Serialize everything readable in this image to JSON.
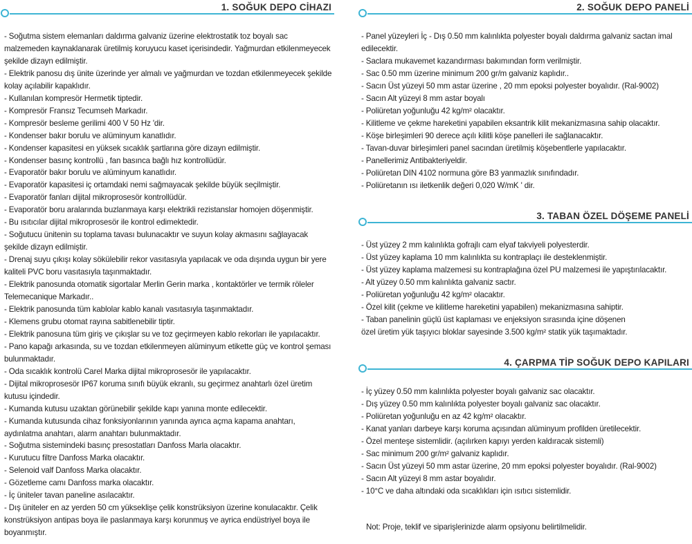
{
  "sections": {
    "s1": {
      "title": "1. SOĞUK DEPO CİHAZI",
      "items": [
        "- Soğutma sistem elemanları daldırma galvaniz üzerine elektrostatik toz boyalı sac malzemeden kaynaklanarak üretilmiş koruyucu kaset içerisindedir. Yağmurdan etkilenmeyecek şekilde dizayn edilmiştir.",
        "- Elektrik panosu dış ünite üzerinde yer almalı ve yağmurdan ve tozdan etkilenmeyecek şekilde kolay açılabilir kapaklıdır.",
        "- Kullanılan kompresör Hermetik tiptedir.",
        "- Kompresör Fransız Tecumseh Markadır.",
        "- Kompresör besleme gerilimi 400 V 50 Hz 'dir.",
        "- Kondenser bakır borulu ve alüminyum kanatlıdır.",
        "- Kondenser kapasitesi en yüksek sıcaklık şartlarına göre dizayn edilmiştir.",
        "- Kondenser basınç kontrollü , fan basınca bağlı hız kontrollüdür.",
        "- Evaporatör bakır borulu ve alüminyum kanatlıdır.",
        "- Evaporatör kapasitesi iç ortamdaki nemi sağmayacak şekilde büyük seçilmiştir.",
        "- Evaporatör fanları dijital mikroprosesör kontrollüdür.",
        "- Evaporatör boru aralarında buzlanmaya karşı elektrikli rezistanslar homojen döşenmiştir.",
        "- Bu ısıtıcılar dijital mikroprosesör ile kontrol edimektedir.",
        "- Soğutucu ünitenin su toplama tavası bulunacaktır ve suyun kolay akmasını sağlayacak şekilde dizayn edilmiştir.",
        "- Drenaj suyu çıkışı kolay sökülebilir rekor vasıtasıyla yapılacak ve oda dışında uygun bir yere kaliteli PVC boru vasıtasıyla taşınmaktadır.",
        "- Elektrik panosunda otomatik sigortalar Merlin Gerin marka , kontaktörler ve termik röleler Telemecanique Markadır..",
        "- Elektrik panosunda tüm kablolar kablo kanalı vasıtasıyla taşınmaktadır.",
        "- Klemens grubu otomat rayına sabitlenebilir tiptir.",
        "- Elektrik panosuna tüm giriş ve çıkışlar su ve toz geçirmeyen kablo rekorları ile yapılacaktır.",
        "- Pano kapağı arkasında, su ve tozdan etkilenmeyen alüminyum etikette güç ve kontrol şeması bulunmaktadır.",
        "- Oda sıcaklık kontrolü Carel Marka dijital mikroprosesör ile yapılacaktır.",
        "- Dijital mikroprosesör IP67 koruma sınıfı büyük ekranlı, su geçirmez anahtarlı özel üretim kutusu içindedir.",
        "- Kumanda kutusu uzaktan görünebilir şekilde kapı yanına monte edilecektir.",
        "- Kumanda kutusunda cihaz fonksiyonlarının yanında ayrıca açma kapama anahtarı, aydınlatma anahtarı, alarm anahtarı bulunmaktadır.",
        "- Soğutma sistemindeki basınç presostatları Danfoss Marla olacaktır.",
        "- Kurutucu filtre Danfoss Marka olacaktır.",
        "- Selenoid valf Danfoss Marka olacaktır.",
        "- Gözetleme camı Danfoss marka olacaktır.",
        "- İç üniteler tavan paneline asılacaktır.",
        "- Dış üniteler en az yerden 50 cm yükseklişe çelik konstrüksiyon üzerine konulacaktır. Çelik konstrüksiyon antipas boya ile paslanmaya karşı korunmuş ve ayrica endüstriyel boya ile boyanmıştır."
      ]
    },
    "s2": {
      "title": "2. SOĞUK DEPO PANELİ",
      "items": [
        "- Panel yüzeyleri İç - Dış 0.50 mm kalınlıkta polyester boyalı daldırma galvaniz sactan imal edilecektir.",
        "- Saclara mukavemet kazandırması bakımından form verilmiştir.",
        "- Sac 0.50 mm üzerine minimum 200 gr/m galvaniz kaplıdır..",
        "- Sacın Üst yüzeyi 50 mm astar üzerine , 20 mm epoksi polyester boyalıdır. (Ral-9002)",
        "- Sacın Alt yüzeyi 8 mm astar boyalı",
        "- Poliüretan yoğunluğu 42 kg/m² olacaktır.",
        "- Kilitleme ve çekme hareketini yapabilen eksantrik kilit mekanizmasına sahip olacaktır.",
        "- Köşe birleşimleri 90 derece açılı kilitli köşe panelleri ile sağlanacaktır.",
        "- Tavan-duvar birleşimleri panel sacından üretilmiş köşebentlerle yapılacaktır.",
        "- Panellerimiz Antibakteriyeldir.",
        "- Poliüretan DIN 4102 normuna göre B3 yanmazlık sınıfındadır.",
        "- Poliüretanın ısı iletkenlik değeri 0,020 W/mK ' dir."
      ]
    },
    "s3": {
      "title": "3. TABAN ÖZEL DÖŞEME PANELİ",
      "items": [
        "- Üst yüzey 2 mm kalınlıkta gofrajlı cam elyaf takviyeli polyesterdir.",
        "- Üst yüzey kaplama 10 mm kalınlıkta su kontraplaçı ile desteklenmiştir.",
        "- Üst yüzey kaplama malzemesi su kontraplağına özel PU malzemesi ile yapıştırılacaktır.",
        "- Alt yüzey 0.50 mm kalınlıkta galvaniz sactır.",
        "- Poliüretan yoğunluğu 42 kg/m² olacaktır.",
        "- Özel kilit (çekme ve kilitleme hareketini yapabilen) mekanizmasına sahiptir.",
        "- Taban panelinin güçlü üst kaplaması ve enjeksiyon sırasında içine döşenen",
        "özel üretim yük taşıyıcı bloklar sayesinde 3.500 kg/m² statik yük taşımaktadır."
      ]
    },
    "s4": {
      "title": "4. ÇARPMA TİP SOĞUK DEPO KAPILARI",
      "items": [
        "- İç yüzey 0.50 mm kalınlıkta polyester boyalı galvaniz sac olacaktır.",
        "- Dış yüzey 0.50 mm kalınlıkta polyester boyalı galvaniz sac olacaktır.",
        "- Poliüretan yoğunluğu en az 42 kg/m² olacaktır.",
        "- Kanat yanları darbeye karşı koruma açısından alüminyum profilden üretilecektir.",
        "- Özel menteşe sistemlidir. (açılırken kapıyı yerden kaldıracak sistemli)",
        "- Sac minimum 200 gr/m² galvaniz kaplıdır.",
        "- Sacın Üst yüzeyi 50 mm astar üzerine, 20 mm epoksi polyester boyalıdır. (Ral-9002)",
        "- Sacın Alt yüzeyi 8 mm astar boyalıdır.",
        "- 10°C ve daha altındaki oda sıcaklıkları için ısıtıcı sistemlidir."
      ]
    }
  },
  "note": "Not: Proje, teklif ve siparişlerinizde alarm opsiyonu belirtilmelidir.",
  "colors": {
    "accent": "#3db4d4",
    "text": "#1e1e1e",
    "heading": "#333333"
  }
}
